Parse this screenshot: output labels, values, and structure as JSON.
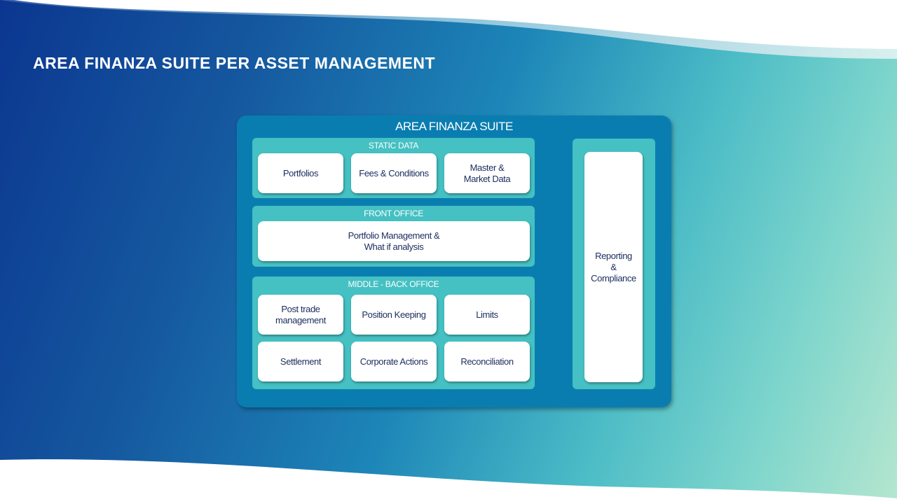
{
  "slide_title": "AREA FINANZA SUITE PER ASSET MANAGEMENT",
  "suite_title": "AREA FINANZA SUITE",
  "static_data": {
    "title": "STATIC DATA",
    "items": [
      "Portfolios",
      "Fees & Conditions",
      "Master &\nMarket Data"
    ]
  },
  "front_office": {
    "title": "FRONT OFFICE",
    "items": [
      "Portfolio Management &\nWhat if analysis"
    ]
  },
  "middle_back_office": {
    "title": "MIDDLE - BACK OFFICE",
    "items": [
      "Post trade\nmanagement",
      "Position Keeping",
      "Limits",
      "Settlement",
      "Corporate Actions",
      "Reconciliation"
    ]
  },
  "reporting": "Reporting\n&\nCompliance"
}
